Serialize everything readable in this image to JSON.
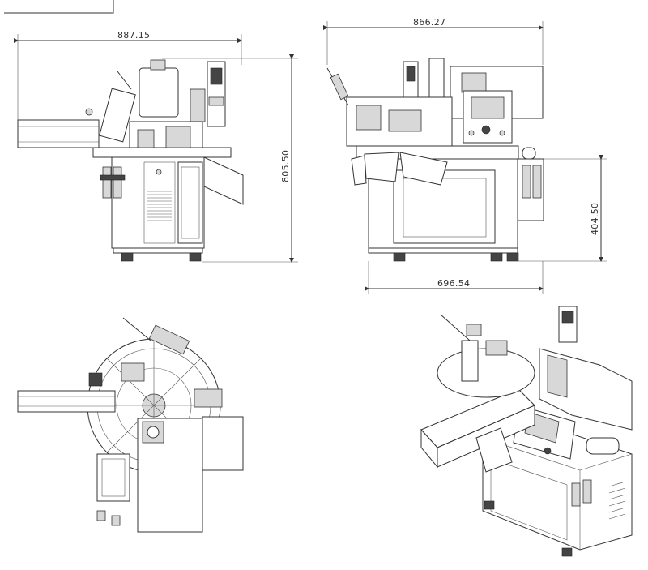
{
  "dimensions": {
    "front_width": "887.15",
    "front_height": "805.50",
    "side_width": "866.27",
    "side_table_height": "404.50",
    "side_base_width": "696.54"
  }
}
